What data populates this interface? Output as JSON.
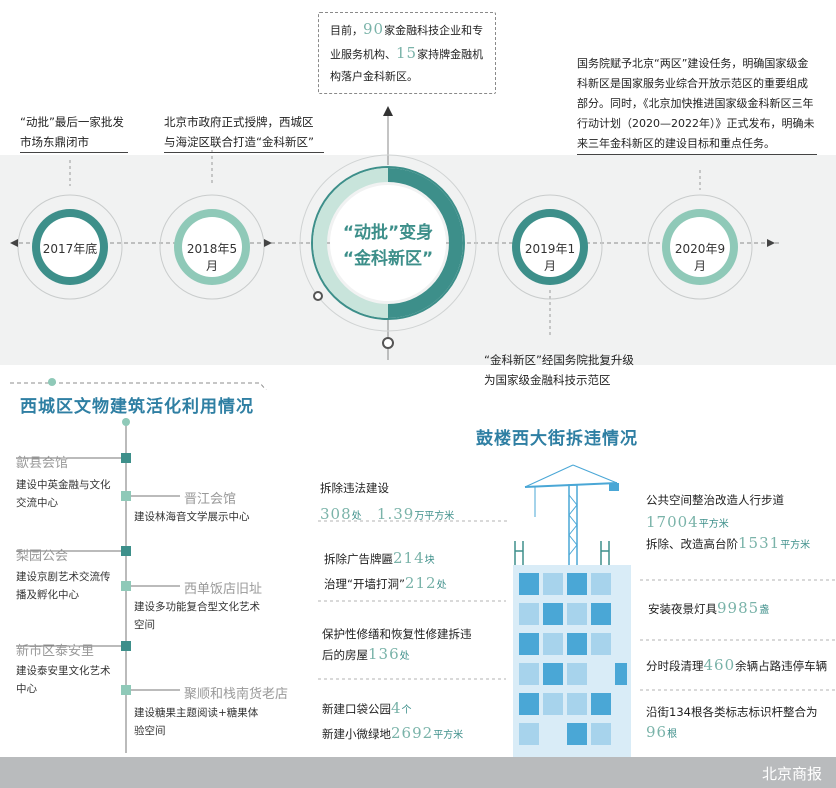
{
  "timeline": {
    "nodes": [
      {
        "label": "2017年底",
        "caption": "“动批”最后一家批发市场东鼎闭市"
      },
      {
        "label": "2018年5月",
        "caption": "北京市政府正式授牌，西城区与海淀区联合打造“金科新区”"
      },
      {
        "label": "2019年1月",
        "caption": "“金科新区”经国务院批复升级为国家级金融科技示范区"
      },
      {
        "label": "2020年9月",
        "caption": "国务院赋予北京“两区”建设任务，明确国家级金科新区是国家服务业综合开放示范区的重要组成部分。同时，《北京加快推进国家级金科新区三年行动计划（2020—2022年）》正式发布，明确未来三年金科新区的建设目标和重点任务。"
      }
    ],
    "center": {
      "line1": "“动批”变身",
      "line2": "“金科新区”"
    },
    "top_note": {
      "pre": "目前，",
      "n1": "90",
      "mid": "家金融科技企业和专业服务机构、",
      "n2": "15",
      "post": "家持牌金融机构落户金科新区。"
    }
  },
  "xicheng": {
    "title": "西城区文物建筑活化利用情况",
    "sites": [
      {
        "name": "歙县会馆",
        "desc": "建设中英金融与文化交流中心"
      },
      {
        "name": "晋江会馆",
        "desc": "建设林海音文学展示中心"
      },
      {
        "name": "梨园公会",
        "desc": "建设京剧艺术交流传播及孵化中心"
      },
      {
        "name": "西单饭店旧址",
        "desc": "建设多功能复合型文化艺术空间"
      },
      {
        "name": "新市区泰安里",
        "desc": "建设泰安里文化艺术中心"
      },
      {
        "name": "聚顺和栈南货老店",
        "desc": "建设糖果主题阅读+糖果体验空间"
      }
    ]
  },
  "gulou": {
    "title": "鼓楼西大街拆违情况",
    "left": [
      {
        "t1": "拆除违法建设",
        "n1": "308",
        "u1": "处",
        "n2": "1.39",
        "u2": "万平方米"
      },
      {
        "t1": "拆除广告牌匾",
        "n1": "214",
        "u1": "块",
        "t2": "治理“开墙打洞”",
        "n2": "212",
        "u2": "处"
      },
      {
        "t1": "保护性修缮和恢复性修建拆违后的房屋",
        "n1": "136",
        "u1": "处"
      },
      {
        "t1": "新建口袋公园",
        "n1": "4",
        "u1": "个",
        "t2": "新建小微绿地",
        "n2": "2692",
        "u2": "平方米"
      }
    ],
    "right": [
      {
        "t1": "公共空间整治改造人行步道",
        "n1": "17004",
        "u1": "平方米",
        "t2": "拆除、改造高台阶",
        "n2": "1531",
        "u2": "平方米"
      },
      {
        "t1": "安装夜景灯具",
        "n1": "9985",
        "u1": "盏"
      },
      {
        "t1": "分时段清理",
        "n1": "460",
        "u1": "余辆占路违停车辆"
      },
      {
        "t1": "沿街134根各类标志标识杆整合为",
        "n1": "96",
        "u1": "根"
      }
    ]
  },
  "footer": {
    "brand": "北京商报"
  },
  "colors": {
    "teal": "#3d8f8a",
    "light_teal": "#8fc9b8",
    "sky": "#4aa7d6",
    "title_blue": "#2f7fa3"
  }
}
